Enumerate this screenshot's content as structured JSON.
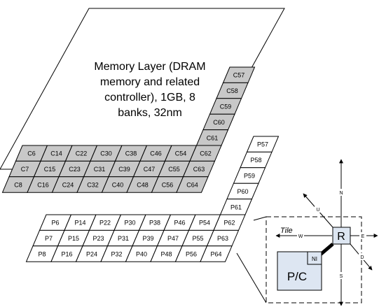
{
  "memory_layer": {
    "lines": [
      "Memory Layer (DRAM",
      "memory and related",
      "controller), 1GB, 8",
      "banks, 32nm"
    ]
  },
  "colors": {
    "core_fill": "#c8c8c8",
    "proc_fill": "#ffffff",
    "router_fill": "#dde6f2",
    "pc_fill": "#dde6f2"
  },
  "core_layer": {
    "rows": [
      [
        "C57"
      ],
      [
        "C58"
      ],
      [
        "C59"
      ],
      [
        "C60"
      ],
      [
        "C61"
      ],
      [
        "C6",
        "C14",
        "C22",
        "C30",
        "C38",
        "C46",
        "C54",
        "C62"
      ],
      [
        "C7",
        "C15",
        "C23",
        "C31",
        "C39",
        "C47",
        "C55",
        "C63"
      ],
      [
        "C8",
        "C16",
        "C24",
        "C32",
        "C40",
        "C48",
        "C56",
        "C64"
      ]
    ]
  },
  "processor_layer": {
    "rows": [
      [
        "P57"
      ],
      [
        "P58"
      ],
      [
        "P59"
      ],
      [
        "P60"
      ],
      [
        "P61"
      ],
      [
        "P6",
        "P14",
        "P22",
        "P30",
        "P38",
        "P46",
        "P54",
        "P62"
      ],
      [
        "P7",
        "P15",
        "P23",
        "P31",
        "P39",
        "P47",
        "P55",
        "P63"
      ],
      [
        "P8",
        "P16",
        "P24",
        "P32",
        "P40",
        "P48",
        "P56",
        "P64"
      ]
    ]
  },
  "tile": {
    "title": "Tile",
    "router": "R",
    "core": "P/C",
    "ni": "NI",
    "dirs": {
      "n": "N",
      "s": "S",
      "e": "E",
      "w": "W",
      "u": "U",
      "d": "D"
    }
  }
}
